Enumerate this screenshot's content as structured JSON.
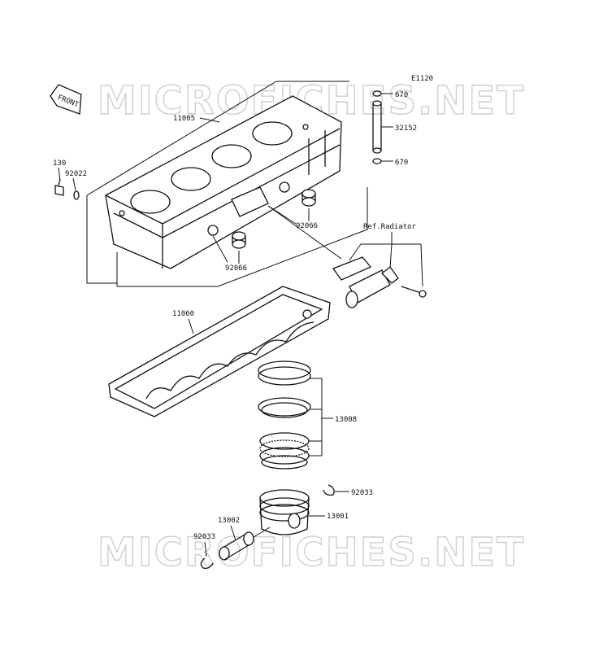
{
  "diagram_code": "E1120",
  "front_label": "FRONT",
  "ref_label": "Ref.Radiator",
  "watermark": "MICROFICHES.NET",
  "parts": {
    "cylinder": "11005",
    "gasket": "11060",
    "piston_ring_set": "13008",
    "piston": "13001",
    "piston_pin": "13002",
    "snap_ring_top": "92033",
    "snap_ring_bottom": "92033",
    "bolt": "130",
    "washer": "92022",
    "plug_upper": "92066",
    "plug_lower": "92066",
    "dowel_pin": "32152",
    "o_ring_top": "670",
    "o_ring_bottom": "670"
  }
}
